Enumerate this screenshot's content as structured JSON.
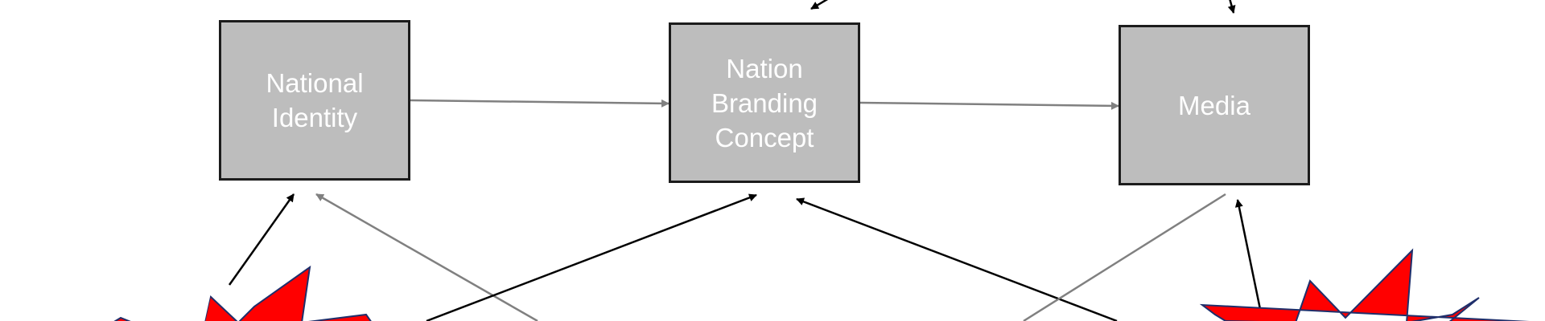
{
  "diagram": {
    "nodes": [
      {
        "id": "national-identity",
        "label_lines": [
          "National",
          "Identity"
        ]
      },
      {
        "id": "nation-branding-concept",
        "label_lines": [
          "Nation",
          "Branding",
          "Concept"
        ]
      },
      {
        "id": "media",
        "label_lines": [
          "Media"
        ]
      }
    ],
    "colors": {
      "box_fill": "#bdbdbd",
      "box_border": "#1c1c1c",
      "box_text": "#ffffff",
      "arrow_gray": "#808080",
      "arrow_black": "#000000",
      "burst_fill": "#ff0000",
      "burst_outline": "#1f2f6b"
    },
    "connectors": [
      {
        "from": "national-identity",
        "to": "nation-branding-concept",
        "color": "gray"
      },
      {
        "from": "nation-branding-concept",
        "to": "media",
        "color": "gray"
      }
    ],
    "decorations": [
      "red-explosion-burst-left",
      "red-explosion-burst-right"
    ]
  }
}
